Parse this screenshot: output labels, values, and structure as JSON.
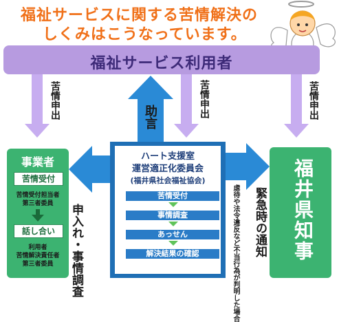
{
  "title": {
    "line1": "福祉サービスに関する苦情解決の",
    "line2": "しくみはこうなっています。"
  },
  "users_bar": "福祉サービス利用者",
  "arrows": {
    "complaint_left": "苦情申出",
    "complaint_mid": "苦情申出",
    "complaint_right": "苦情申出",
    "advice": "助言",
    "investigation": "申入れ・事情調査",
    "emergency": "緊急時の通知",
    "emergency_note": "虐待や法令違反など不当行為が判明した場合"
  },
  "operator": {
    "title": "事業者",
    "reception": "苦情受付",
    "reception_staff": [
      "苦情受付担当者",
      "第三者委員"
    ],
    "discussion": "話し合い",
    "discussion_parties": [
      "利用者",
      "苦情解決責任者",
      "第三者委員"
    ]
  },
  "committee": {
    "name_line1": "ハート支援室",
    "name_line2": "運営適正化委員会",
    "org": "(福井県社会福祉協会)",
    "steps": [
      "苦情受付",
      "事情調査",
      "あっせん",
      "解決結果の確認"
    ]
  },
  "prefecture": "福井県知事",
  "colors": {
    "title": "#f07018",
    "users_bar": "#b79be0",
    "arrow_purple": "#c7adf0",
    "arrow_blue": "#2a8ad6",
    "green": "#3cb371",
    "committee_blue": "#1f6fb5"
  },
  "icons": [
    "angel-mascot-icon"
  ]
}
